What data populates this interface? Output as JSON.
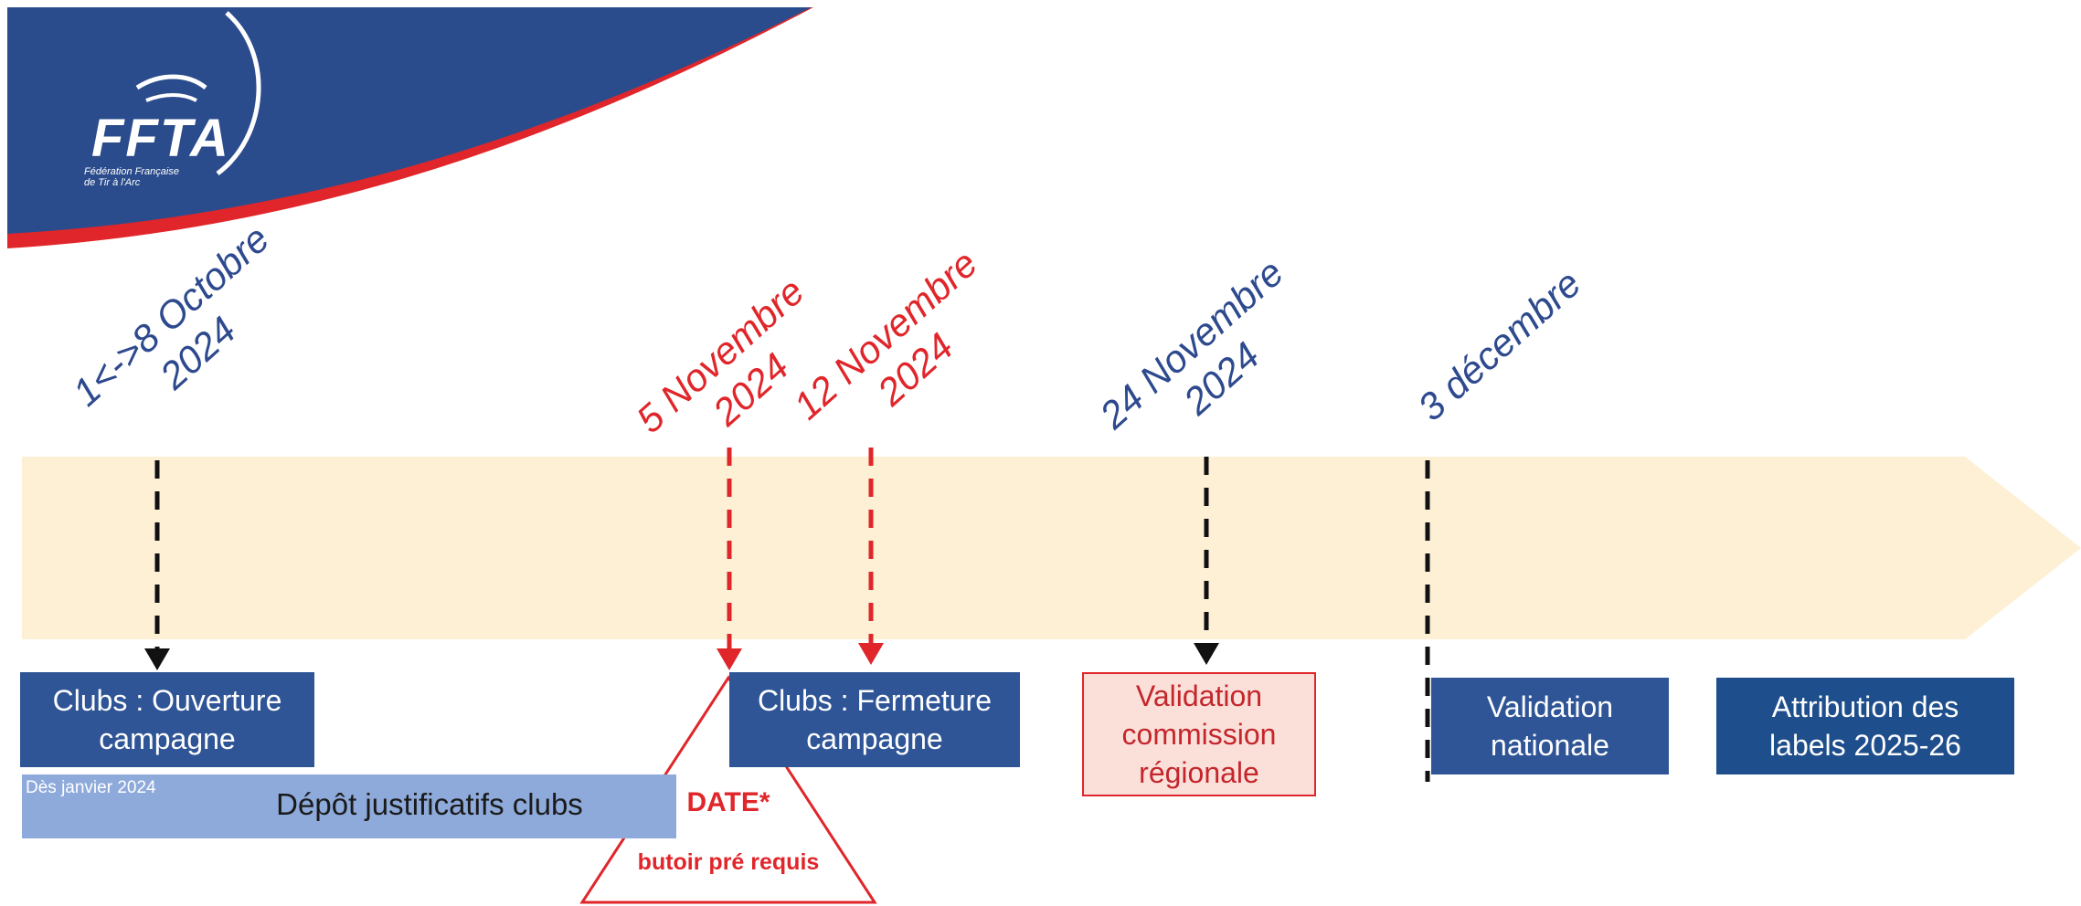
{
  "logo": {
    "wordmark": "FFTA",
    "subtitle": "Fédération Française\nde Tir à l'Arc"
  },
  "milestones": [
    {
      "date_line1": "1<->8 Octobre",
      "date_line2": "2024",
      "color": "#2e4a8e"
    },
    {
      "date_line1": "5 Novembre",
      "date_line2": "2024",
      "color": "#e0262a"
    },
    {
      "date_line1": "12 Novembre",
      "date_line2": "2024",
      "color": "#e0262a"
    },
    {
      "date_line1": "24 Novembre",
      "date_line2": "2024",
      "color": "#2e4a8e"
    },
    {
      "date_line1": "3 décembre",
      "date_line2": "",
      "color": "#2e4a8e"
    }
  ],
  "steps": {
    "clubs_opening": {
      "line1": "Clubs : Ouverture",
      "line2": "campagne"
    },
    "clubs_closing": {
      "line1": "Clubs : Fermeture",
      "line2": "campagne"
    },
    "regional_validation": {
      "line1": "Validation",
      "line2": "commission",
      "line3": "régionale"
    },
    "national_validation": {
      "line1": "Validation",
      "line2": "nationale"
    },
    "labels_attribution": {
      "line1": "Attribution des",
      "line2": "labels 2025-26"
    }
  },
  "deposit": {
    "since": "Dès janvier 2024",
    "label": "Dépôt justificatifs clubs"
  },
  "deadline": {
    "title": "DATE*",
    "subtitle": "butoir pré requis"
  },
  "colors": {
    "header_blue": "#2b4c8c",
    "accent_red": "#e0262a",
    "timeline_band": "#fdf0d5",
    "box_blue": "#2f5597",
    "box_dark": "#1f4e8c",
    "deposit_bar": "#8eaadb"
  }
}
